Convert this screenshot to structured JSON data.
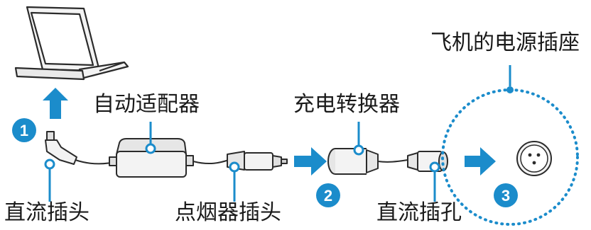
{
  "labels": {
    "plane_socket": "飞机的电源插座",
    "auto_adapter": "自动适配器",
    "charger_converter": "充电转换器",
    "dc_plug": "直流插头",
    "cig_plug": "点烟器插头",
    "dc_jack": "直流插孔"
  },
  "steps": [
    "1",
    "2",
    "3"
  ],
  "colors": {
    "accent": "#1b8ccb",
    "line": "#2b2b2b",
    "fill_light": "#f3f3f3"
  }
}
